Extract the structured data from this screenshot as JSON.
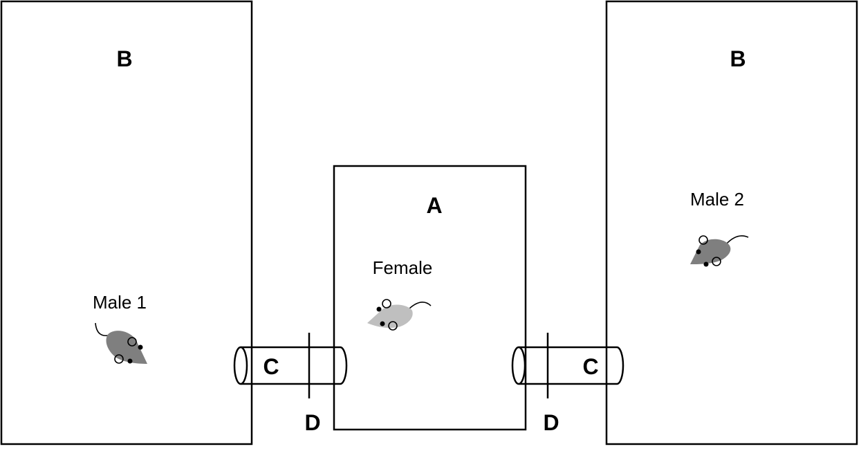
{
  "labels": {
    "left_cage": "B",
    "right_cage": "B",
    "center_cage": "A",
    "left_tube": "C",
    "right_tube": "C",
    "left_divider": "D",
    "right_divider": "D"
  },
  "animals": {
    "male1": "Male 1",
    "female": "Female",
    "male2": "Male 2"
  },
  "colors": {
    "male_body": "#7f7f7f",
    "female_body": "#bfbfbf",
    "outline": "#000000",
    "background": "#ffffff"
  }
}
